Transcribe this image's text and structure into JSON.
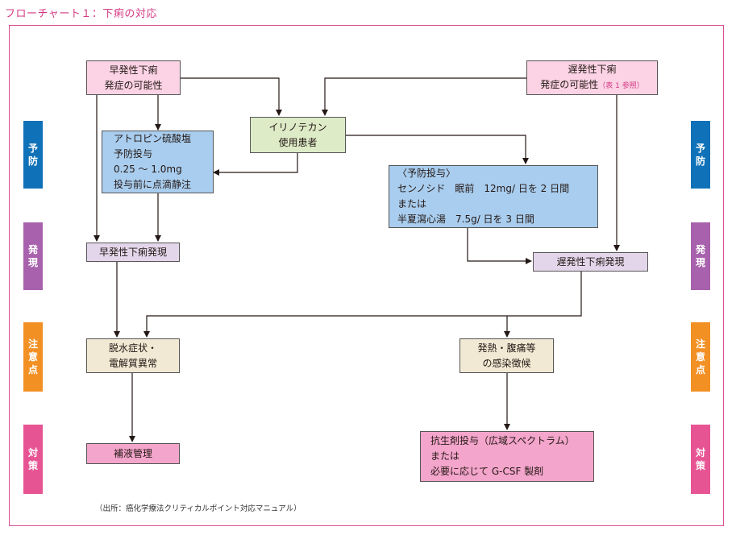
{
  "title": "フローチャート１：下痢の対応",
  "stages": [
    {
      "lines": [
        "予",
        "防"
      ],
      "color": "#0f72b8"
    },
    {
      "lines": [
        "発",
        "現"
      ],
      "color": "#a861ac"
    },
    {
      "lines": [
        "注",
        "意",
        "点"
      ],
      "color": "#f39024"
    },
    {
      "lines": [
        "対",
        "策"
      ],
      "color": "#e75494"
    }
  ],
  "nodes": {
    "early_possibility": {
      "lines": [
        "早発性下痢",
        "発症の可能性"
      ]
    },
    "late_possibility": {
      "lines": [
        "遅発性下痢",
        "発症の可能性"
      ],
      "ref": "（表 1 参照）"
    },
    "irinotecan": {
      "lines": [
        "イリノテカン",
        "使用患者"
      ]
    },
    "atropine": {
      "lines": [
        "アトロピン硫酸塩",
        "予防投与",
        "0.25 ～ 1.0mg",
        "投与前に点滴静注"
      ]
    },
    "prevention": {
      "lines": [
        "〈予防投与〉",
        "センノシド　眠前　12mg/ 日を 2 日間",
        "または",
        "半夏瀉心湯　7.5g/ 日を 3 日間"
      ]
    },
    "early_onset": {
      "lines": [
        "早発性下痢発現"
      ]
    },
    "late_onset": {
      "lines": [
        "遅発性下痢発現"
      ]
    },
    "dehydration": {
      "lines": [
        "脱水症状・",
        "電解質異常"
      ]
    },
    "fever": {
      "lines": [
        "発熱・腹痛等",
        "の感染徴候"
      ]
    },
    "fluid": {
      "lines": [
        "補液管理"
      ]
    },
    "antibiotic": {
      "lines": [
        "抗生剤投与（広域スペクトラム）",
        "または",
        "必要に応じて G-CSF 製剤"
      ]
    }
  },
  "source": "（出所：癌化学療法クリティカルポイント対応マニュアル）",
  "colors": {
    "accent": "#d63a86",
    "frame": "#d94f95"
  }
}
